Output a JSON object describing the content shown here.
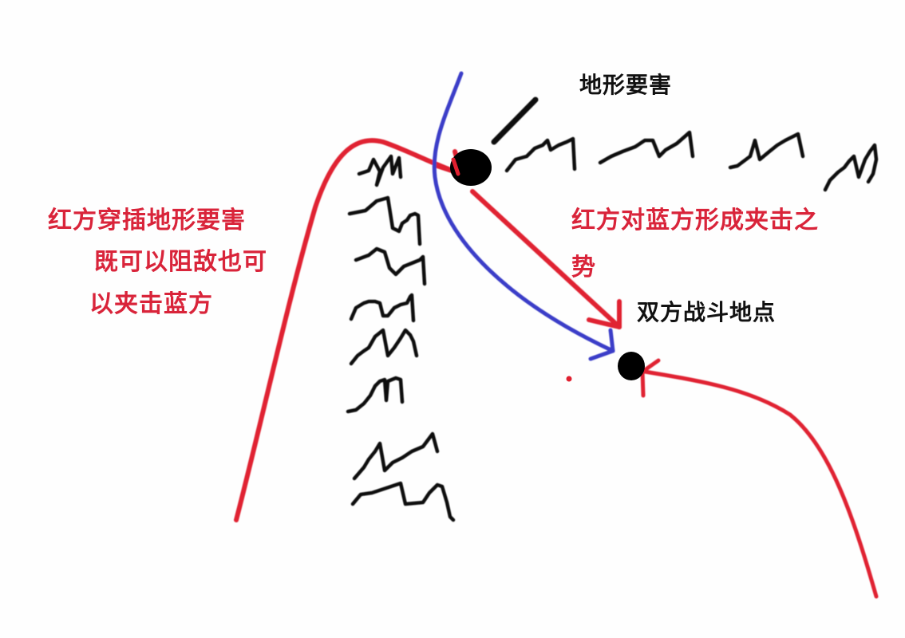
{
  "diagram": {
    "type": "hand-drawn tactical terrain sketch",
    "colors": {
      "red_force": "#e02030",
      "blue_force": "#3a3ec8",
      "terrain": "#111111",
      "background": "#fefefe"
    },
    "labels": {
      "key_terrain": "地形要害",
      "battle_location": "双方战斗地点",
      "red_pincer_line1": "红方对蓝方形成夹击之",
      "red_pincer_line2": "势",
      "red_insert_line1": "红方穿插地形要害",
      "red_insert_line2": "既可以阻敌也可",
      "red_insert_line3": "以夹击蓝方"
    },
    "nodes": [
      {
        "id": "key-terrain-point",
        "label": "地形要害",
        "shape": "filled-circle",
        "color": "#000000"
      },
      {
        "id": "battle-point",
        "label": "双方战斗地点",
        "shape": "filled-circle",
        "color": "#000000"
      }
    ],
    "edges": [
      {
        "from": "red-left-origin",
        "to": "key-terrain-point",
        "color": "red",
        "style": "curved-arrow"
      },
      {
        "from": "key-terrain-point",
        "to": "battle-point",
        "color": "red",
        "style": "straight-arrow"
      },
      {
        "from": "blue-origin-top",
        "to": "battle-point",
        "color": "blue",
        "style": "curved-arrow"
      },
      {
        "from": "red-right-origin",
        "to": "battle-point",
        "color": "red",
        "style": "curved-arrow"
      }
    ],
    "terrain_symbols": {
      "mountain_column_count": 8,
      "mountain_row_count": 5
    }
  }
}
